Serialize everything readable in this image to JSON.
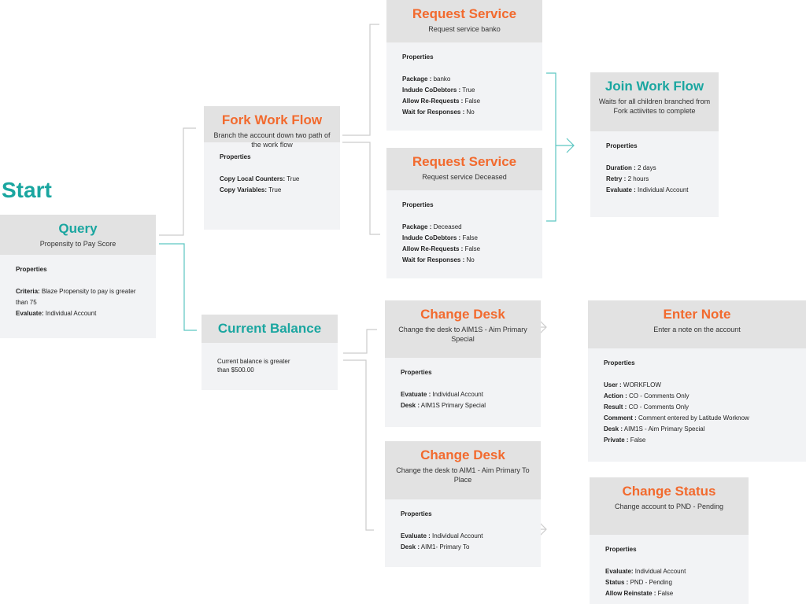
{
  "start_label": "Start",
  "colors": {
    "orange": "#f26a2e",
    "teal": "#1aa6a0",
    "connector_grey": "#cccccc",
    "connector_teal": "#5cc6c2"
  },
  "properties_label": "Properties",
  "cards": [
    {
      "id": "query",
      "title": "Query",
      "color": "teal",
      "subtitle": "Propensity to Pay Score",
      "properties": [
        {
          "key": "Criteria:",
          "value": " Blaze Propensity to pay is greater than 75"
        },
        {
          "key": "Evaluate:",
          "value": " Individual Account"
        }
      ]
    },
    {
      "id": "fork-work-flow",
      "title": "Fork Work Flow",
      "color": "orange",
      "subtitle": "Branch the account down two path of the work flow",
      "properties": [
        {
          "key": "Copy Local Counters:",
          "value": " True"
        },
        {
          "key": "Copy Variables:",
          "value": " True"
        }
      ]
    },
    {
      "id": "current-balance",
      "title": "Current Balance",
      "color": "teal",
      "subtitle": "",
      "text": "Current balance is greater than $500.00",
      "properties": []
    },
    {
      "id": "request-service-banko",
      "title": "Request Service",
      "color": "orange",
      "subtitle": "Request service banko",
      "properties": [
        {
          "key": "Package :",
          "value": " banko"
        },
        {
          "key": "Indude CoDebtors :",
          "value": " True"
        },
        {
          "key": "Allow Re-Requests :",
          "value": " False"
        },
        {
          "key": "Wait for Responses :",
          "value": " No"
        }
      ]
    },
    {
      "id": "request-service-deceased",
      "title": "Request Service",
      "color": "orange",
      "subtitle": "Request service Deceased",
      "properties": [
        {
          "key": "Package :",
          "value": " Deceased"
        },
        {
          "key": "Indude CoDebtors :",
          "value": " False"
        },
        {
          "key": "Allow Re-Requests :",
          "value": " False"
        },
        {
          "key": "Wait for Responses :",
          "value": " No"
        }
      ]
    },
    {
      "id": "join-work-flow",
      "title": "Join Work Flow",
      "color": "teal",
      "subtitle": "Waits for all children branched from Fork actiivites to complete",
      "properties": [
        {
          "key": "Duration :",
          "value": " 2 days"
        },
        {
          "key": "Retry :",
          "value": " 2 hours"
        },
        {
          "key": "Evaluate :",
          "value": " Individual Account"
        }
      ]
    },
    {
      "id": "change-desk-aim1s",
      "title": "Change Desk",
      "color": "orange",
      "subtitle": "Change the desk to AIM1S - Aim Primary Special",
      "properties": [
        {
          "key": "Evatuate :",
          "value": " Individual Account"
        },
        {
          "key": "Desk :",
          "value": " AIM1S Primary Special"
        }
      ]
    },
    {
      "id": "change-desk-aim1",
      "title": "Change Desk",
      "color": "orange",
      "subtitle": "Change the desk to AIM1 - Aim Primary To Place",
      "properties": [
        {
          "key": "Evaluate :",
          "value": " Individual Account"
        },
        {
          "key": "Desk :",
          "value": " AIM1- Primary To"
        }
      ]
    },
    {
      "id": "enter-note",
      "title": "Enter Note",
      "color": "orange",
      "subtitle": "Enter a note on the account",
      "properties": [
        {
          "key": "User :",
          "value": " WORKFLOW"
        },
        {
          "key": "Action :",
          "value": " CO - Comments Only"
        },
        {
          "key": "Result :",
          "value": " CO - Comments Only"
        },
        {
          "key": "Comment :",
          "value": " Comment entered by Latitude Worknow"
        },
        {
          "key": "Desk :",
          "value": " AIM1S - Aim Primary Special"
        },
        {
          "key": "Private :",
          "value": " False"
        }
      ]
    },
    {
      "id": "change-status",
      "title": "Change Status",
      "color": "orange",
      "subtitle": "Change account to PND - Pending",
      "properties": [
        {
          "key": "Evaluate:",
          "value": " Individual Account"
        },
        {
          "key": "Status :",
          "value": " PND - Pending"
        },
        {
          "key": "Allow Reinstate :",
          "value": " False"
        }
      ]
    }
  ]
}
